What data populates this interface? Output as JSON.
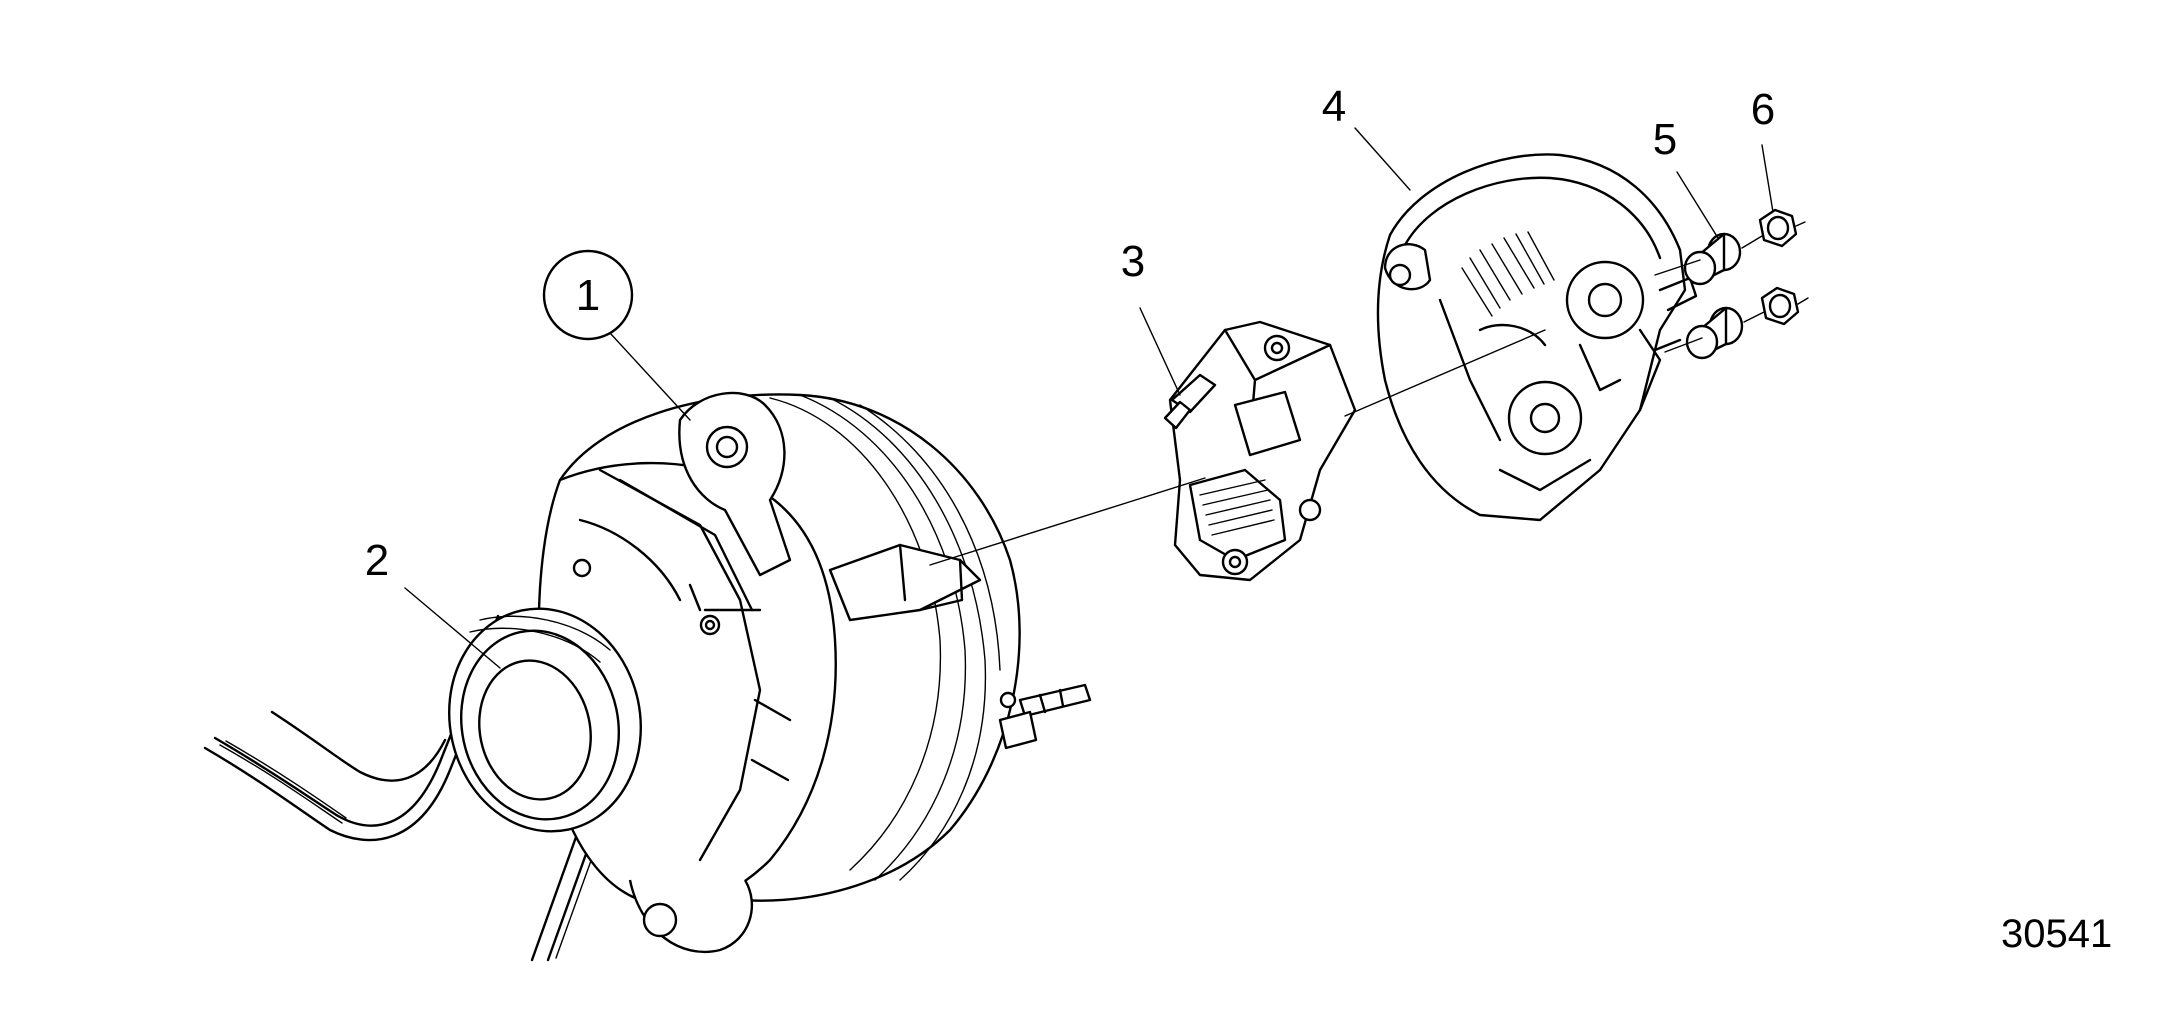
{
  "callouts": {
    "c1": "1",
    "c2": "2",
    "c3": "3",
    "c4": "4",
    "c5": "5",
    "c6": "6"
  },
  "figure_id": "30541"
}
